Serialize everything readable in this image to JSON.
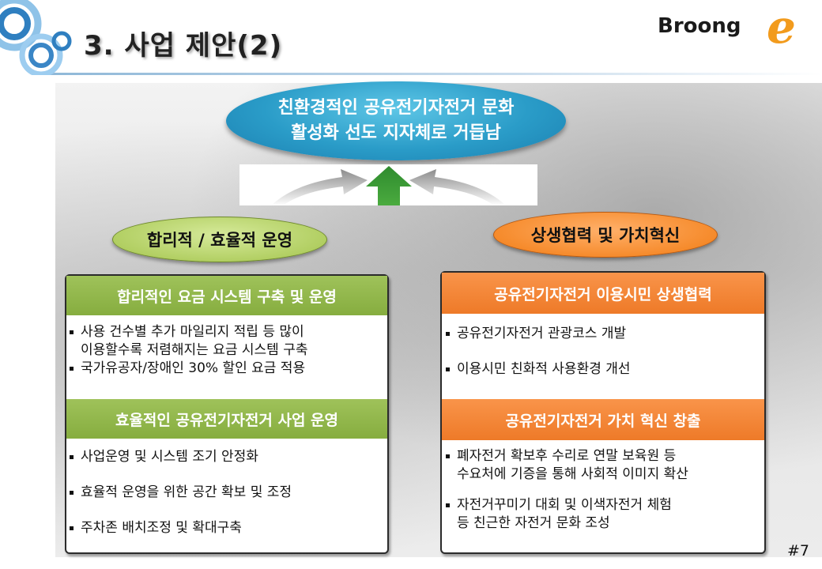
{
  "header": {
    "title": "3. 사업 제안(2)",
    "logo_text": "Broong",
    "logo_letter": "e"
  },
  "goal": {
    "line1": "친환경적인 공유전기자전거 문화",
    "line2": "활성화 선도 지자체로 거듭남"
  },
  "strategies": {
    "left": "합리적 / 효율적 운영",
    "right": "상생협력 및 가치혁신"
  },
  "cards": {
    "left_top": {
      "heading": "합리적인 요금 시스템 구축 및 운영",
      "b1_line1": "사용 건수별 추가 마일리지 적립 등 많이",
      "b1_line2": "이용할수록 저렴해지는 요금 시스템 구축",
      "b2": "국가유공자/장애인 30% 할인 요금 적용"
    },
    "left_bottom": {
      "heading": "효율적인 공유전기자전거 사업 운영",
      "b1": "사업운영 및 시스템 조기 안정화",
      "b2": "효율적 운영을 위한 공간 확보 및 조정",
      "b3": "주차존 배치조정 및 확대구축"
    },
    "right_top": {
      "heading": "공유전기자전거 이용시민 상생협력",
      "b1": "공유전기자전거 관광코스 개발",
      "b2": "이용시민 친화적 사용환경 개선"
    },
    "right_bottom": {
      "heading": "공유전기자전거 가치 혁신 창출",
      "b1_line1": "폐자전거 확보후 수리로 연말 보육원 등",
      "b1_line2": "수요처에 기증을 통해 사회적 이미지 확산",
      "b2_line1": "자전거꾸미기 대회 및 이색자전거 체험",
      "b2_line2": "등 친근한 자전거 문화 조성"
    }
  },
  "page_number": "#7",
  "colors": {
    "green": "#8db548",
    "orange": "#f28333",
    "goal_blue": "#2a9cc8",
    "arrow_green": "#2e8b2e",
    "arrow_gray": "#8c8c8c",
    "logo_orange": "#f29b1d"
  }
}
